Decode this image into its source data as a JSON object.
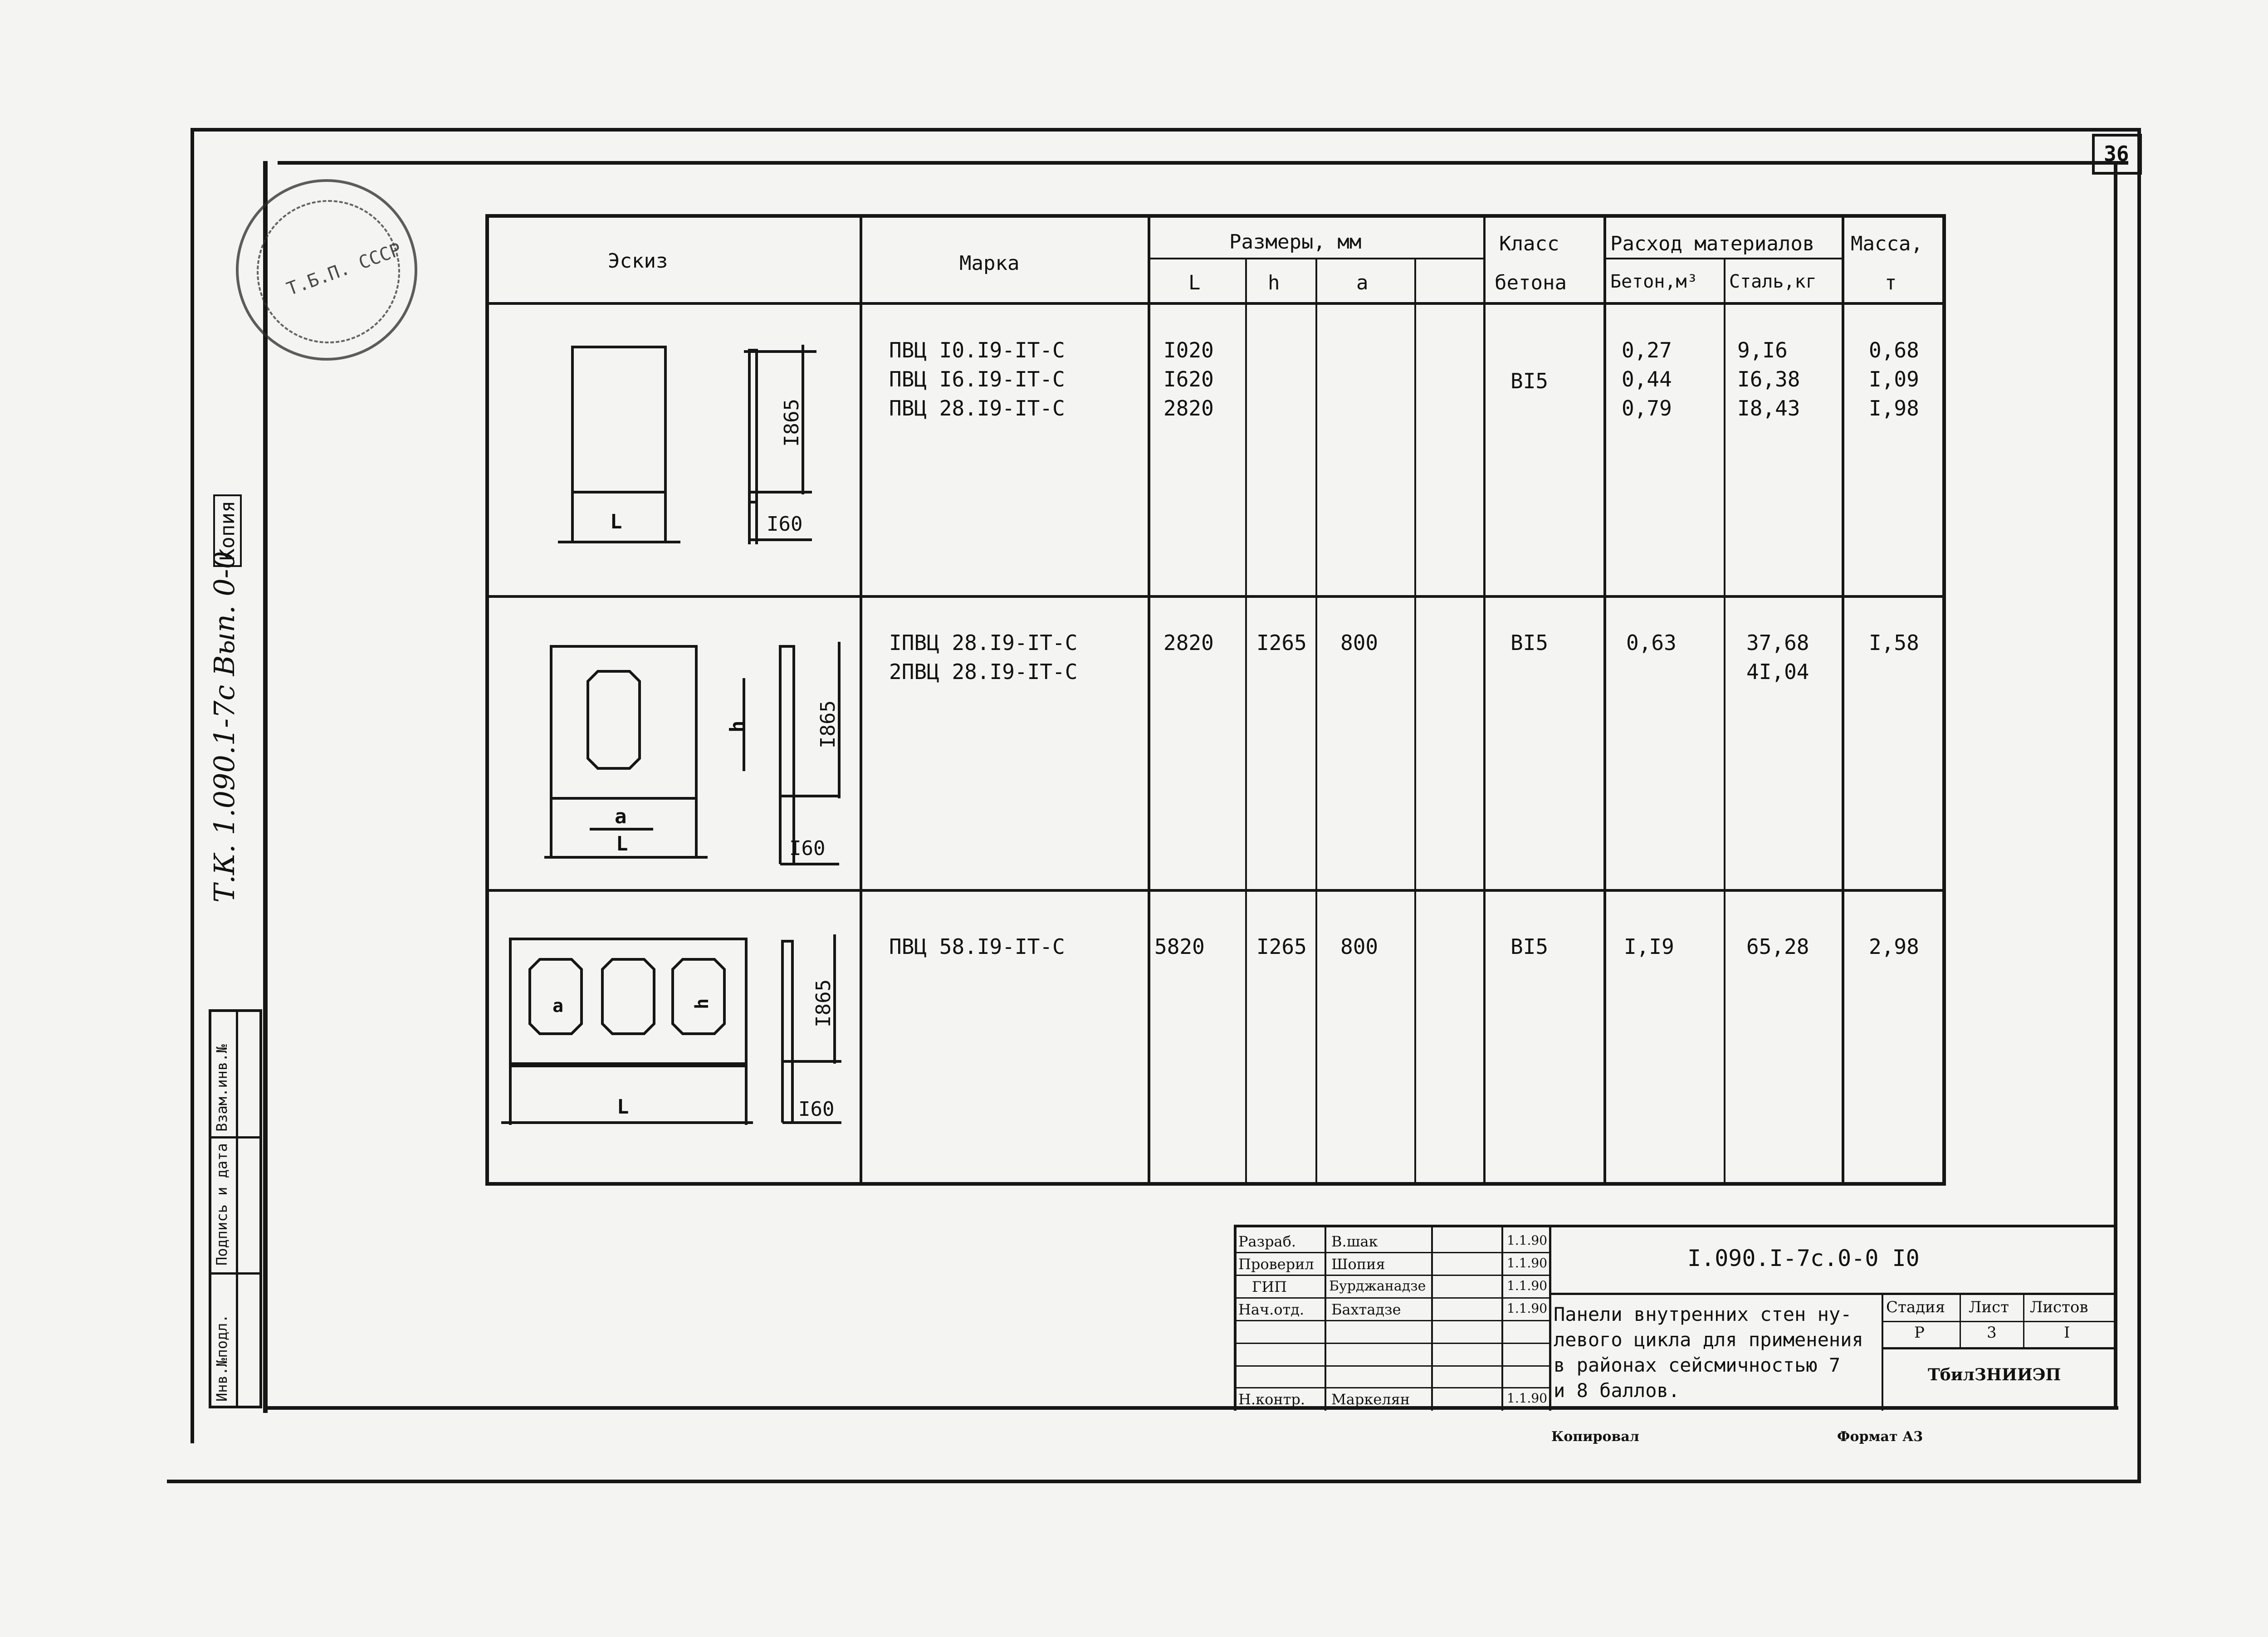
{
  "sheet": {
    "number": "36"
  },
  "table": {
    "headers": {
      "sketch": "Эскиз",
      "mark": "Марка",
      "dimensions": "Размеры, мм",
      "L": "L",
      "h": "h",
      "a": "a",
      "class_top": "Класс",
      "class_bottom": "бетона",
      "materials": "Расход материалов",
      "concrete": "Бетон,м³",
      "steel": "Сталь,кг",
      "mass_top": "Масса,",
      "mass_bottom": "т"
    },
    "rows": [
      {
        "marks": "ПВЦ I0.I9-IТ-С\nПВЦ I6.I9-IТ-С\nПВЦ 28.I9-IТ-С",
        "L": "I020\nI620\n2820",
        "h": "",
        "a": "",
        "class": "BI5",
        "concrete": "0,27\n0,44\n0,79",
        "steel": "9,I6\nI6,38\nI8,43",
        "mass": "0,68\nI,09\nI,98",
        "sketch_labels": {
          "L": "L",
          "H": "I865",
          "T": "I60"
        }
      },
      {
        "marks": "IПВЦ 28.I9-IТ-С\n2ПВЦ 28.I9-IТ-С",
        "L": "2820",
        "h": "I265",
        "a": "800",
        "class": "BI5",
        "concrete": "0,63",
        "steel": "37,68\n4I,04",
        "mass": "I,58",
        "sketch_labels": {
          "L": "L",
          "a": "a",
          "h": "h",
          "H": "I865",
          "T": "I60"
        }
      },
      {
        "marks": "ПВЦ 58.I9-IТ-С",
        "L": "5820",
        "h": "I265",
        "a": "800",
        "class": "BI5",
        "concrete": "I,I9",
        "steel": "65,28",
        "mass": "2,98",
        "sketch_labels": {
          "L": "L",
          "a": "a",
          "h": "h",
          "H": "I865",
          "T": "I60"
        }
      }
    ]
  },
  "side_stamp": {
    "designation": "Т.К. 1.090.1-7с Вып. 0-0",
    "copy_label": "Копия",
    "columns": [
      "Инв.№подл.",
      "Подпись и дата",
      "Взам.инв.№"
    ]
  },
  "title_block": {
    "roles": [
      "Разраб.",
      "Проверил",
      "ГИП",
      "Нач.отд.",
      "",
      "",
      "Н.контр."
    ],
    "names": [
      "В.шак",
      "Шопия",
      "Бурджанадзе",
      "Бахтадзе",
      "",
      "",
      "Маркелян"
    ],
    "dates": [
      "1.1.90",
      "1.1.90",
      "1.1.90",
      "1.1.90",
      "",
      "",
      "1.1.90"
    ],
    "code": "I.090.I-7с.0-0 I0",
    "description": "Панели внутренних стен ну-\nлевого цикла для применения\nв районах сейсмичностью 7\nи 8 баллов.",
    "stage_label": "Стадия",
    "stage_value": "Р",
    "sheet_label": "Лист",
    "sheet_value": "3",
    "sheets_label": "Листов",
    "sheets_value": "I",
    "org": "ТбилЗНИИЭП"
  },
  "footer": {
    "copied": "Копировал",
    "format": "Формат А3"
  },
  "stamp": {
    "text": "Т.Б.П. СССР"
  }
}
